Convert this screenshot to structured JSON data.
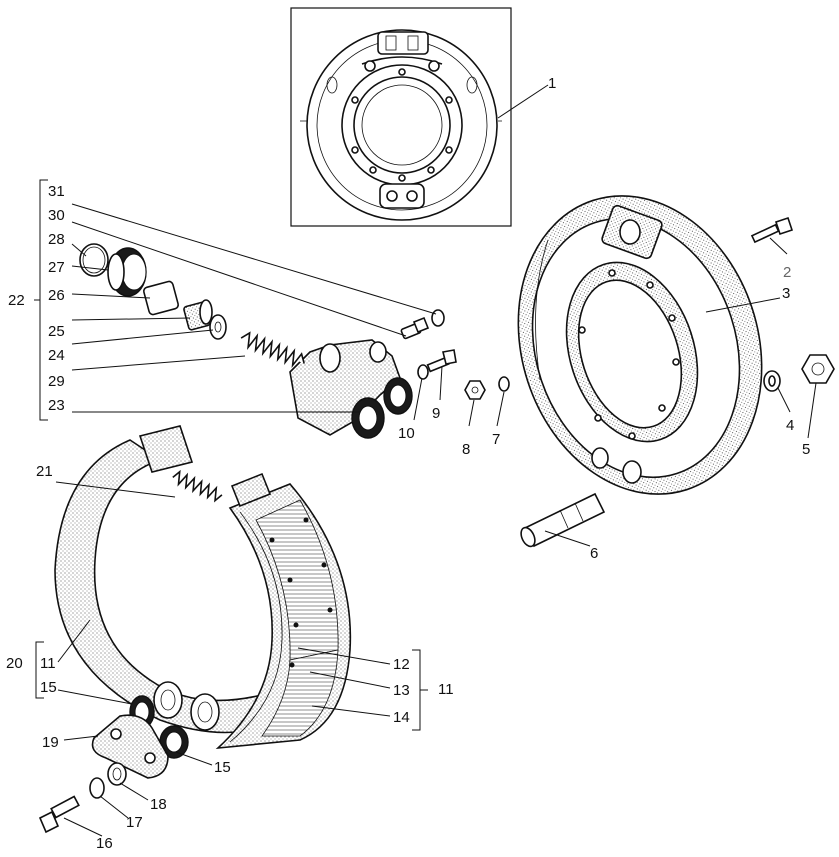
{
  "diagram": {
    "callouts": [
      {
        "id": "c1",
        "text": "1"
      },
      {
        "id": "c2",
        "text": "2"
      },
      {
        "id": "c3",
        "text": "3"
      },
      {
        "id": "c4",
        "text": "4"
      },
      {
        "id": "c5",
        "text": "5"
      },
      {
        "id": "c6",
        "text": "6"
      },
      {
        "id": "c7",
        "text": "7"
      },
      {
        "id": "c8",
        "text": "8"
      },
      {
        "id": "c9",
        "text": "9"
      },
      {
        "id": "c10",
        "text": "10"
      },
      {
        "id": "c11a",
        "text": "11"
      },
      {
        "id": "c11b",
        "text": "11"
      },
      {
        "id": "c11c",
        "text": "11"
      },
      {
        "id": "c12",
        "text": "12"
      },
      {
        "id": "c13",
        "text": "13"
      },
      {
        "id": "c14",
        "text": "14"
      },
      {
        "id": "c15a",
        "text": "15"
      },
      {
        "id": "c15b",
        "text": "15"
      },
      {
        "id": "c16",
        "text": "16"
      },
      {
        "id": "c17",
        "text": "17"
      },
      {
        "id": "c18",
        "text": "18"
      },
      {
        "id": "c19",
        "text": "19"
      },
      {
        "id": "c20",
        "text": "20"
      },
      {
        "id": "c21",
        "text": "21"
      },
      {
        "id": "c22",
        "text": "22"
      },
      {
        "id": "c23",
        "text": "23"
      },
      {
        "id": "c24",
        "text": "24"
      },
      {
        "id": "c25",
        "text": "25"
      },
      {
        "id": "c26",
        "text": "26"
      },
      {
        "id": "c27",
        "text": "27"
      },
      {
        "id": "c28",
        "text": "28"
      },
      {
        "id": "c29",
        "text": "29"
      },
      {
        "id": "c30",
        "text": "30"
      },
      {
        "id": "c31",
        "text": "31"
      }
    ]
  }
}
